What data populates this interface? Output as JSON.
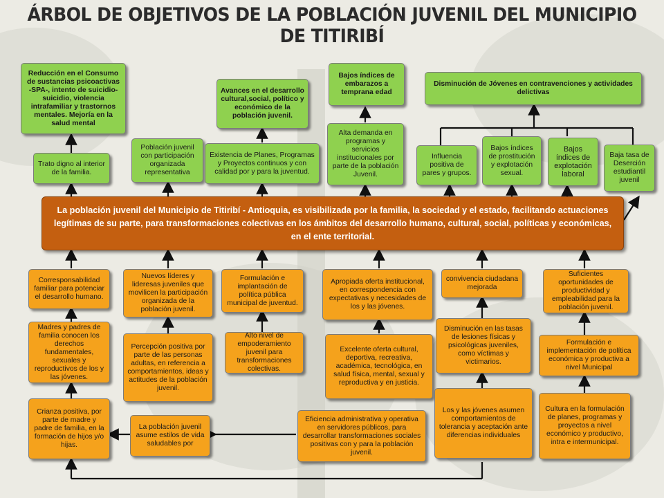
{
  "title": "ÁRBOL DE OBJETIVOS DE LA POBLACIÓN JUVENIL DEL MUNICIPIO DE TITIRIBÍ",
  "central": "La población juvenil del Municipio de Titiribí - Antioquia, es visibilizada por la familia, la sociedad y el estado, facilitando actuaciones legítimas de su parte, para transformaciones colectivas en los ámbitos del desarrollo humano, cultural, social, políticas y económicas, en el ente territorial.",
  "ends": {
    "reduccion": "Reducción en el Consumo de sustancias psicoactivas -SPA-, intento de suicidio- suicidio, violencia intrafamiliar y trastornos mentales. Mejoría en la salud mental",
    "avances": "Avances en el desarrollo cultural,social, político y económico de la población juvenil.",
    "embarazos": "Bajos índices de embarazos a temprana edad",
    "disminucion_jovenes": "Disminución de Jóvenes en contravenciones y actividades delictivas",
    "trato": "Trato digno al interior de la familia.",
    "poblacion_organizada": "Población juvenil con participación organizada representativa",
    "existencia_planes": "Existencia de Planes, Programas y Proyectos continuos y con calidad por y para la juventud.",
    "alta_demanda": "Alta demanda en programas y servicios institucionales por parte de la población Juvenil.",
    "influencia": "Influencia positiva de pares y grupos.",
    "prostitucion": "Bajos índices de prostitución y explotación sexual.",
    "explotacion_laboral": "Bajos índices de explotación laboral",
    "desercion": "Baja tasa de Deserción estudiantil juvenil"
  },
  "means": {
    "corresponsabilidad": "Corresponsabilidad familiar para potenciar el desarrollo humano.",
    "nuevos_lideres": "Nuevos líderes y lideresas juveniles que movilicen la participación organizada de la población juvenil.",
    "formulacion_politica": "Formulación e implantación de política pública municipal de juventud.",
    "apropiada_oferta": "Apropiada oferta institucional, en correspondencia con expectativas y necesidades de los y las jóvenes.",
    "convivencia": "convivencia ciudadana mejorada",
    "oportunidades": "Suficientes oportunidades de productividad y empleabilidad para la población juvenil.",
    "madres_padres": "Madres y padres de familia conocen los derechos fundamentales, sexuales y reproductivos de los y las jóvenes.",
    "percepcion": "Percepción positiva por parte de las personas adultas, en referencia a comportamientos, ideas y actitudes de la población juvenil.",
    "empoderamiento": "Alto nivel de empoderamiento juvenil para transformaciones colectivas.",
    "excelente_oferta": "Excelente oferta cultural, deportiva, recreativa, académica, tecnológica, en salud física, mental, sexual y reproductiva y en justicia.",
    "lesiones": "Disminución en las tasas de lesiones físicas y psicológicas juveniles, como víctimas y victimarios.",
    "politica_economica": "Formulación e implementación de política económica y productiva a nivel Municipal",
    "crianza": "Crianza positiva, por parte de madre y padre de familia, en la formación de hijos y/o hijas.",
    "estilos_vida": "La población juvenil asume estilos de vida saludables por",
    "eficiencia": "Eficiencia administrativa y operativa en servidores públicos, para desarrollar transformaciones sociales positivas con y para la población juvenil.",
    "tolerancia": "Los y las jóvenes asumen comportamientos de tolerancia y aceptación ante diferencias individuales",
    "cultura_planes": "Cultura en la formulación de planes, programas y proyectos a nivel económico y productivo, intra e intermunicipal."
  }
}
